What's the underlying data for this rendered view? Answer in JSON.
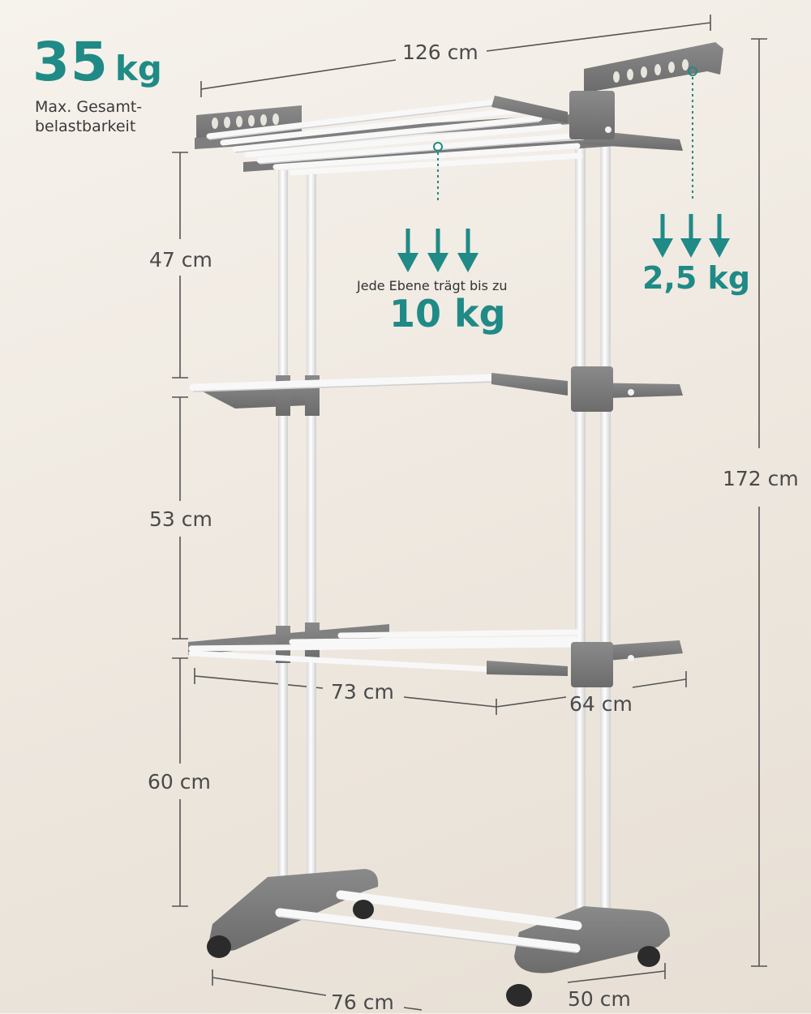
{
  "colors": {
    "accent": "#1f8a86",
    "frame_grey": "#7b7b7b",
    "rod_white": "#fafafa",
    "text": "#3f3f3f"
  },
  "callouts": {
    "max_load_value": "35",
    "max_load_unit": "kg",
    "max_load_label_line1": "Max. Gesamt-",
    "max_load_label_line2": "belastbarkeit",
    "level_load_label": "Jede Ebene trägt bis zu",
    "level_load_value": "10 kg",
    "arm_load_value": "2,5 kg"
  },
  "dimensions": {
    "top_width": "126 cm",
    "tier1_gap": "47 cm",
    "tier2_gap": "53 cm",
    "bottom_height": "60 cm",
    "total_height": "172 cm",
    "shelf_length": "73 cm",
    "shelf_depth": "64 cm",
    "base_length": "76 cm",
    "base_depth": "50 cm"
  }
}
